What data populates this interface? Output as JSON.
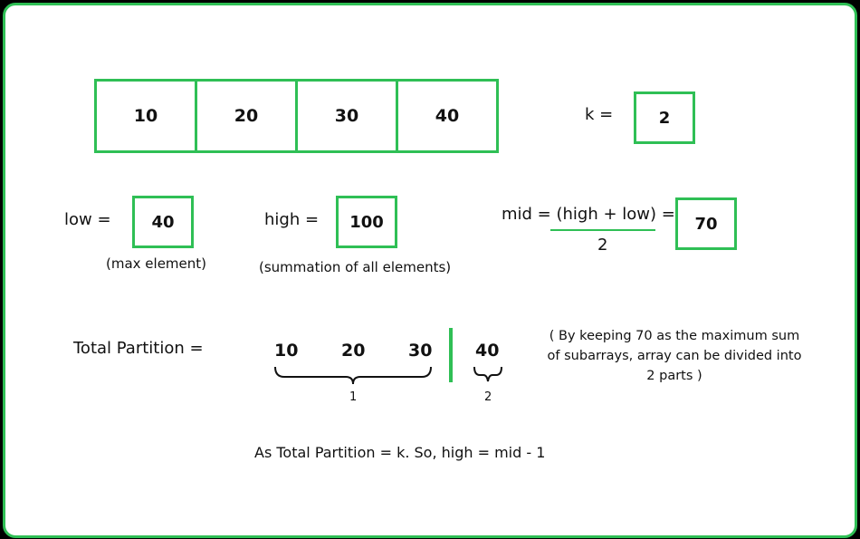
{
  "array": [
    "10",
    "20",
    "30",
    "40"
  ],
  "k": {
    "label": "k =",
    "value": "2"
  },
  "low": {
    "label": "low =",
    "value": "40",
    "caption": "(max element)"
  },
  "high": {
    "label": "high =",
    "value": "100",
    "caption": "(summation of all elements)"
  },
  "mid": {
    "numerator": "mid = (high + low) =",
    "denominator": "2",
    "value": "70"
  },
  "partition": {
    "label": "Total Partition =",
    "group1": [
      "10",
      "20",
      "30"
    ],
    "group2": [
      "40"
    ],
    "group1_index": "1",
    "group2_index": "2",
    "note": "( By keeping 70 as the maximum sum of subarrays, array can be divided into 2 parts )"
  },
  "conclusion": "As Total Partition = k. So, high = mid - 1",
  "colors": {
    "accent": "#2fbf55",
    "frame_bg": "#000000"
  }
}
